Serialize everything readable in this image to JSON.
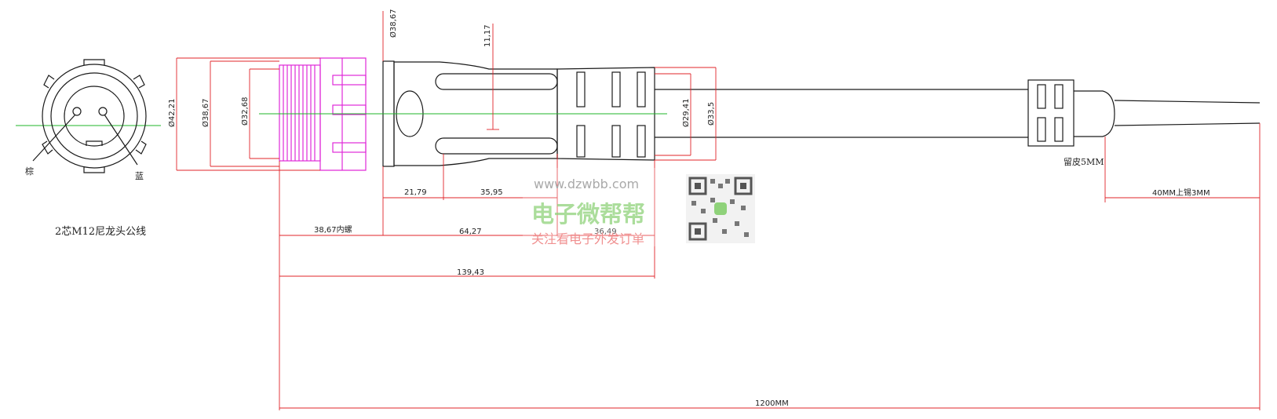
{
  "colors": {
    "outline": "#1a1a1a",
    "dimension": "#e0242a",
    "centerline": "#1fb52a",
    "thread": "#e02ad8"
  },
  "front_view": {
    "title": "2芯M12尼龙头公线",
    "wire_left_label": "棕",
    "wire_right_label": "蓝"
  },
  "dimensions": {
    "d_outer_face": "Ø42,21",
    "d_flange_face": "Ø38,67",
    "d_thread": "Ø32,68",
    "d_flange_top": "Ø38,67",
    "slot_offset": "11,17",
    "d_sleeve": "Ø29,41",
    "d_boot": "Ø33,5",
    "len_flange": "21,79",
    "len_slot": "35,95",
    "len_thread": "38,67内螺",
    "len_body": "64,27",
    "len_boot": "36,49",
    "len_total_head": "139,43",
    "len_cable": "1200MM",
    "strip_jacket": "留皮5MM",
    "strip_end": "40MM上锡3MM"
  },
  "watermark": {
    "url": "www.dzwbb.com",
    "brand": "电子微帮帮",
    "slogan": "关注看电子外发订单",
    "qr_icon": "qr-code-icon"
  }
}
